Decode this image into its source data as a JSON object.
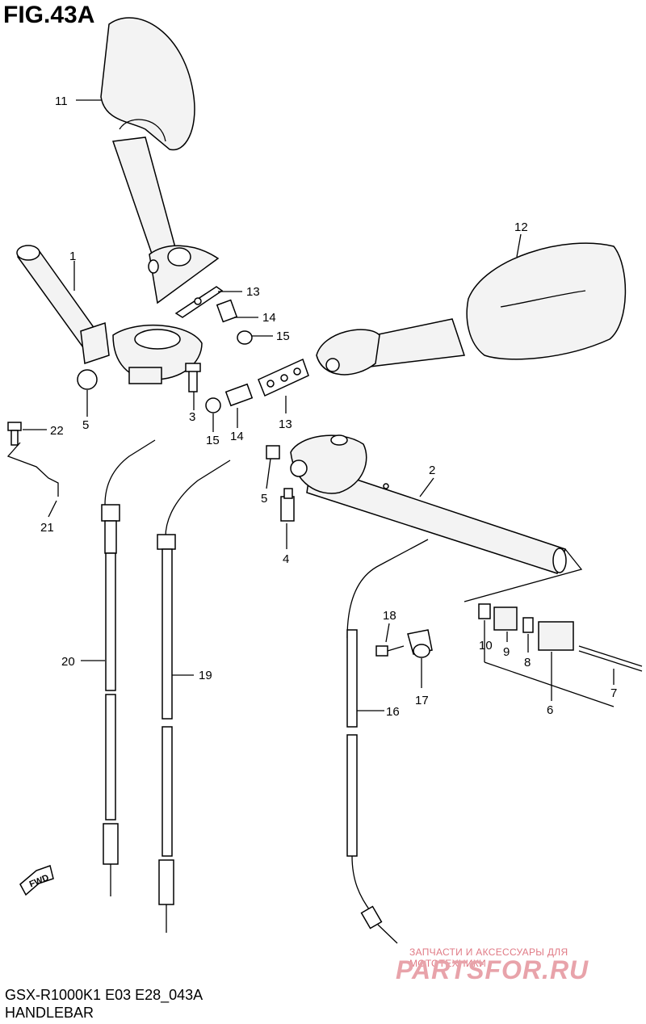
{
  "figure": {
    "title": "FIG.43A",
    "model": "GSX-R1000K1 E03 E28_043A",
    "section": "HANDLEBAR",
    "fwd_label": "FWD"
  },
  "callouts": {
    "c1": "1",
    "c2": "2",
    "c3": "3",
    "c4": "4",
    "c5a": "5",
    "c5b": "5",
    "c6": "6",
    "c7": "7",
    "c8": "8",
    "c9": "9",
    "c10": "10",
    "c11": "11",
    "c12": "12",
    "c13a": "13",
    "c13b": "13",
    "c14a": "14",
    "c14b": "14",
    "c15a": "15",
    "c15b": "15",
    "c16": "16",
    "c17": "17",
    "c18": "18",
    "c19": "19",
    "c20": "20",
    "c21": "21",
    "c22": "22"
  },
  "watermark": {
    "tagline": "ЗАПЧАСТИ И АКСЕССУАРЫ ДЛЯ МОТОТЕХНИКИ",
    "logo": "PARTSFOR.RU",
    "color": "#e8a3aa"
  }
}
